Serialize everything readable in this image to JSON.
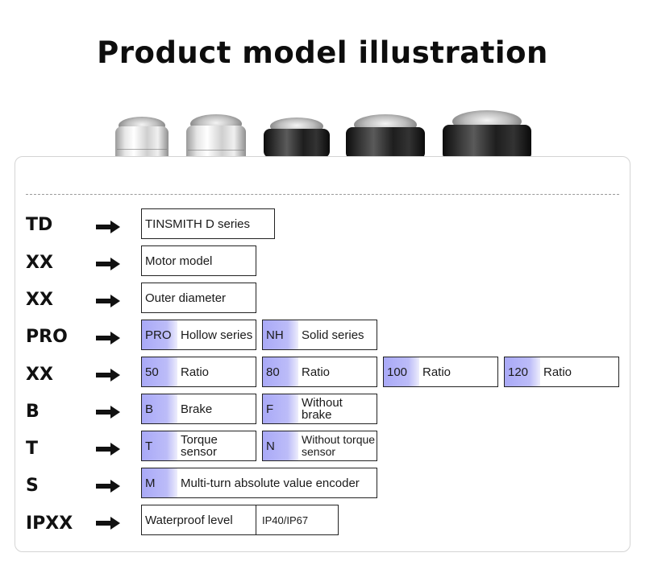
{
  "title": "Product model illustration",
  "rows": [
    {
      "code": "TD",
      "boxes": [
        {
          "text": "TINSMITH  D series"
        }
      ]
    },
    {
      "code": "XX",
      "boxes": [
        {
          "text": "Motor model"
        }
      ]
    },
    {
      "code": "XX",
      "boxes": [
        {
          "text": "Outer diameter"
        }
      ]
    },
    {
      "code": "PRO",
      "boxes": [
        {
          "code": "PRO",
          "desc": "Hollow series"
        },
        {
          "code": "NH",
          "desc": "Solid series"
        }
      ]
    },
    {
      "code": "XX",
      "boxes": [
        {
          "code": "50",
          "desc": "Ratio"
        },
        {
          "code": "80",
          "desc": "Ratio"
        },
        {
          "code": "100",
          "desc": "Ratio"
        },
        {
          "code": "120",
          "desc": "Ratio"
        }
      ]
    },
    {
      "code": "B",
      "boxes": [
        {
          "code": "B",
          "desc": "Brake"
        },
        {
          "code": "F",
          "desc": "Without brake"
        }
      ]
    },
    {
      "code": "T",
      "boxes": [
        {
          "code": "T",
          "desc": "Torque sensor"
        },
        {
          "code": "N",
          "desc": "Without torque sensor"
        }
      ]
    },
    {
      "code": "S",
      "boxes": [
        {
          "code": "M",
          "desc": "Multi-turn absolute value encoder"
        }
      ]
    },
    {
      "code": "IPXX",
      "boxes": [
        {
          "text": "Waterproof level",
          "value": "IP40/IP67"
        }
      ]
    }
  ],
  "colors": {
    "code_highlight": "#b4b4f7",
    "border": "#222222"
  },
  "icons": {
    "arrow": "right-arrow-icon"
  }
}
